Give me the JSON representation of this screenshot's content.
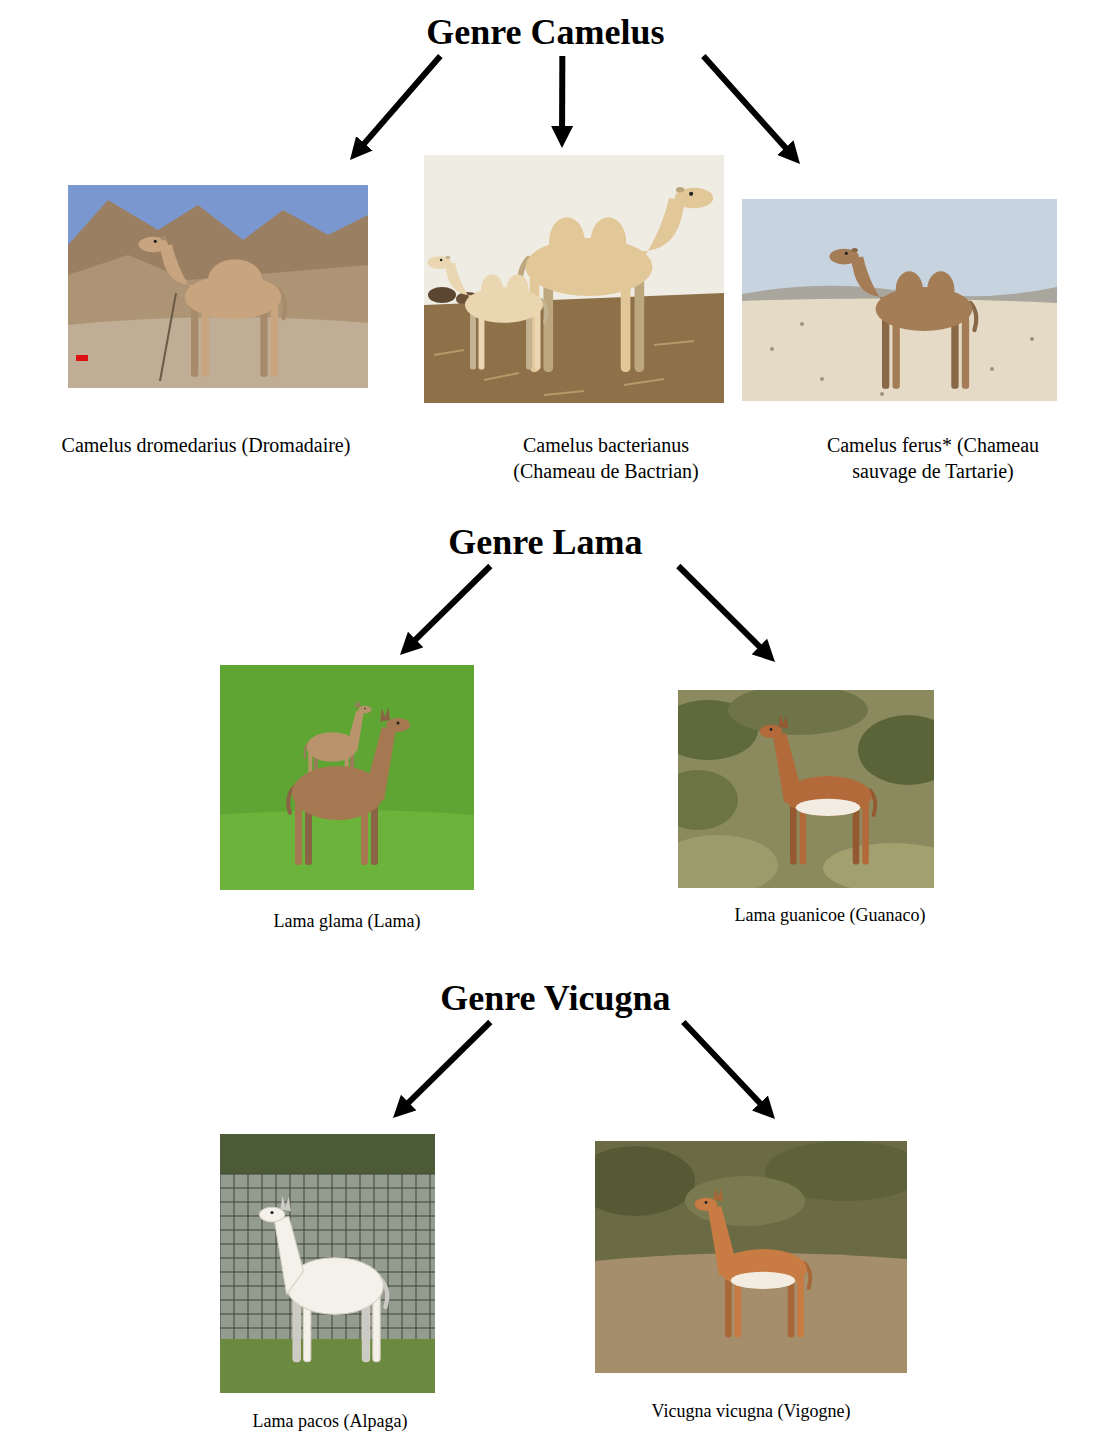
{
  "diagram": {
    "nodes": [
      {
        "text": [
          "Genre Camelus"
        ]
      },
      {
        "text": [
          "Camelus dromedarius (Dromadaire)"
        ]
      },
      {
        "text": [
          "Camelus bacterianus (Chameau de Bactrian)"
        ]
      },
      {
        "text": [
          "Camelus ferus* (Chameau sauvage de Tartarie)"
        ]
      },
      {
        "text": [
          "Genre Lama"
        ]
      },
      {
        "text": [
          "Lama glama (Lama)"
        ]
      },
      {
        "text": [
          "Lama guanicoe (Guanaco)"
        ]
      },
      {
        "text": [
          "Genre Vicugna"
        ]
      },
      {
        "text": [
          "Lama pacos (Alpaga)"
        ]
      },
      {
        "text": [
          "Vicugna vicugna (Vigogne)"
        ]
      }
    ],
    "edges": [
      {
        "from": 0,
        "to": 1,
        "arrow": "to"
      },
      {
        "from": 0,
        "to": 2,
        "arrow": "to"
      },
      {
        "from": 0,
        "to": 3,
        "arrow": "to"
      },
      {
        "from": 4,
        "to": 5,
        "arrow": "to"
      },
      {
        "from": 4,
        "to": 6,
        "arrow": "to"
      },
      {
        "from": 7,
        "to": 8,
        "arrow": "to"
      },
      {
        "from": 7,
        "to": 9,
        "arrow": "to"
      }
    ]
  }
}
